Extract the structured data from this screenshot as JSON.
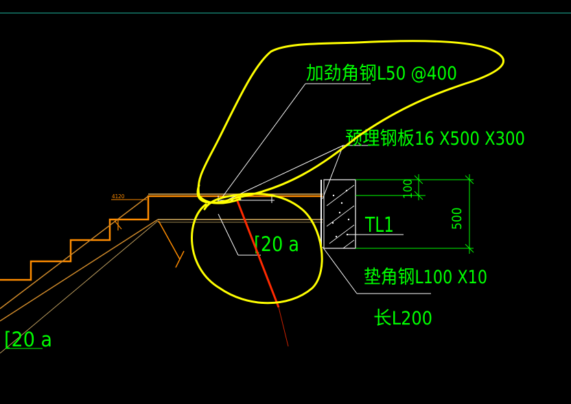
{
  "drawing": {
    "background_color": "#000000",
    "label_color": "#00ff00",
    "stair_color": "#ff8c00",
    "leader_color": "#ffffff",
    "markup_color": "#ffff00",
    "pointer_color": "#ff2a00",
    "labels": {
      "stiffener": "加劲角钢L50 @400",
      "embed_plate": "预埋钢板16 X500 X300",
      "beam_tl1": "TL1",
      "channel_main": "[20 a",
      "channel_left": "[20 a",
      "seat_angle": "垫角钢L100 X10",
      "seat_length": "长L200",
      "dim_100": "100",
      "dim_500": "500",
      "stair_mark": "4120"
    }
  }
}
